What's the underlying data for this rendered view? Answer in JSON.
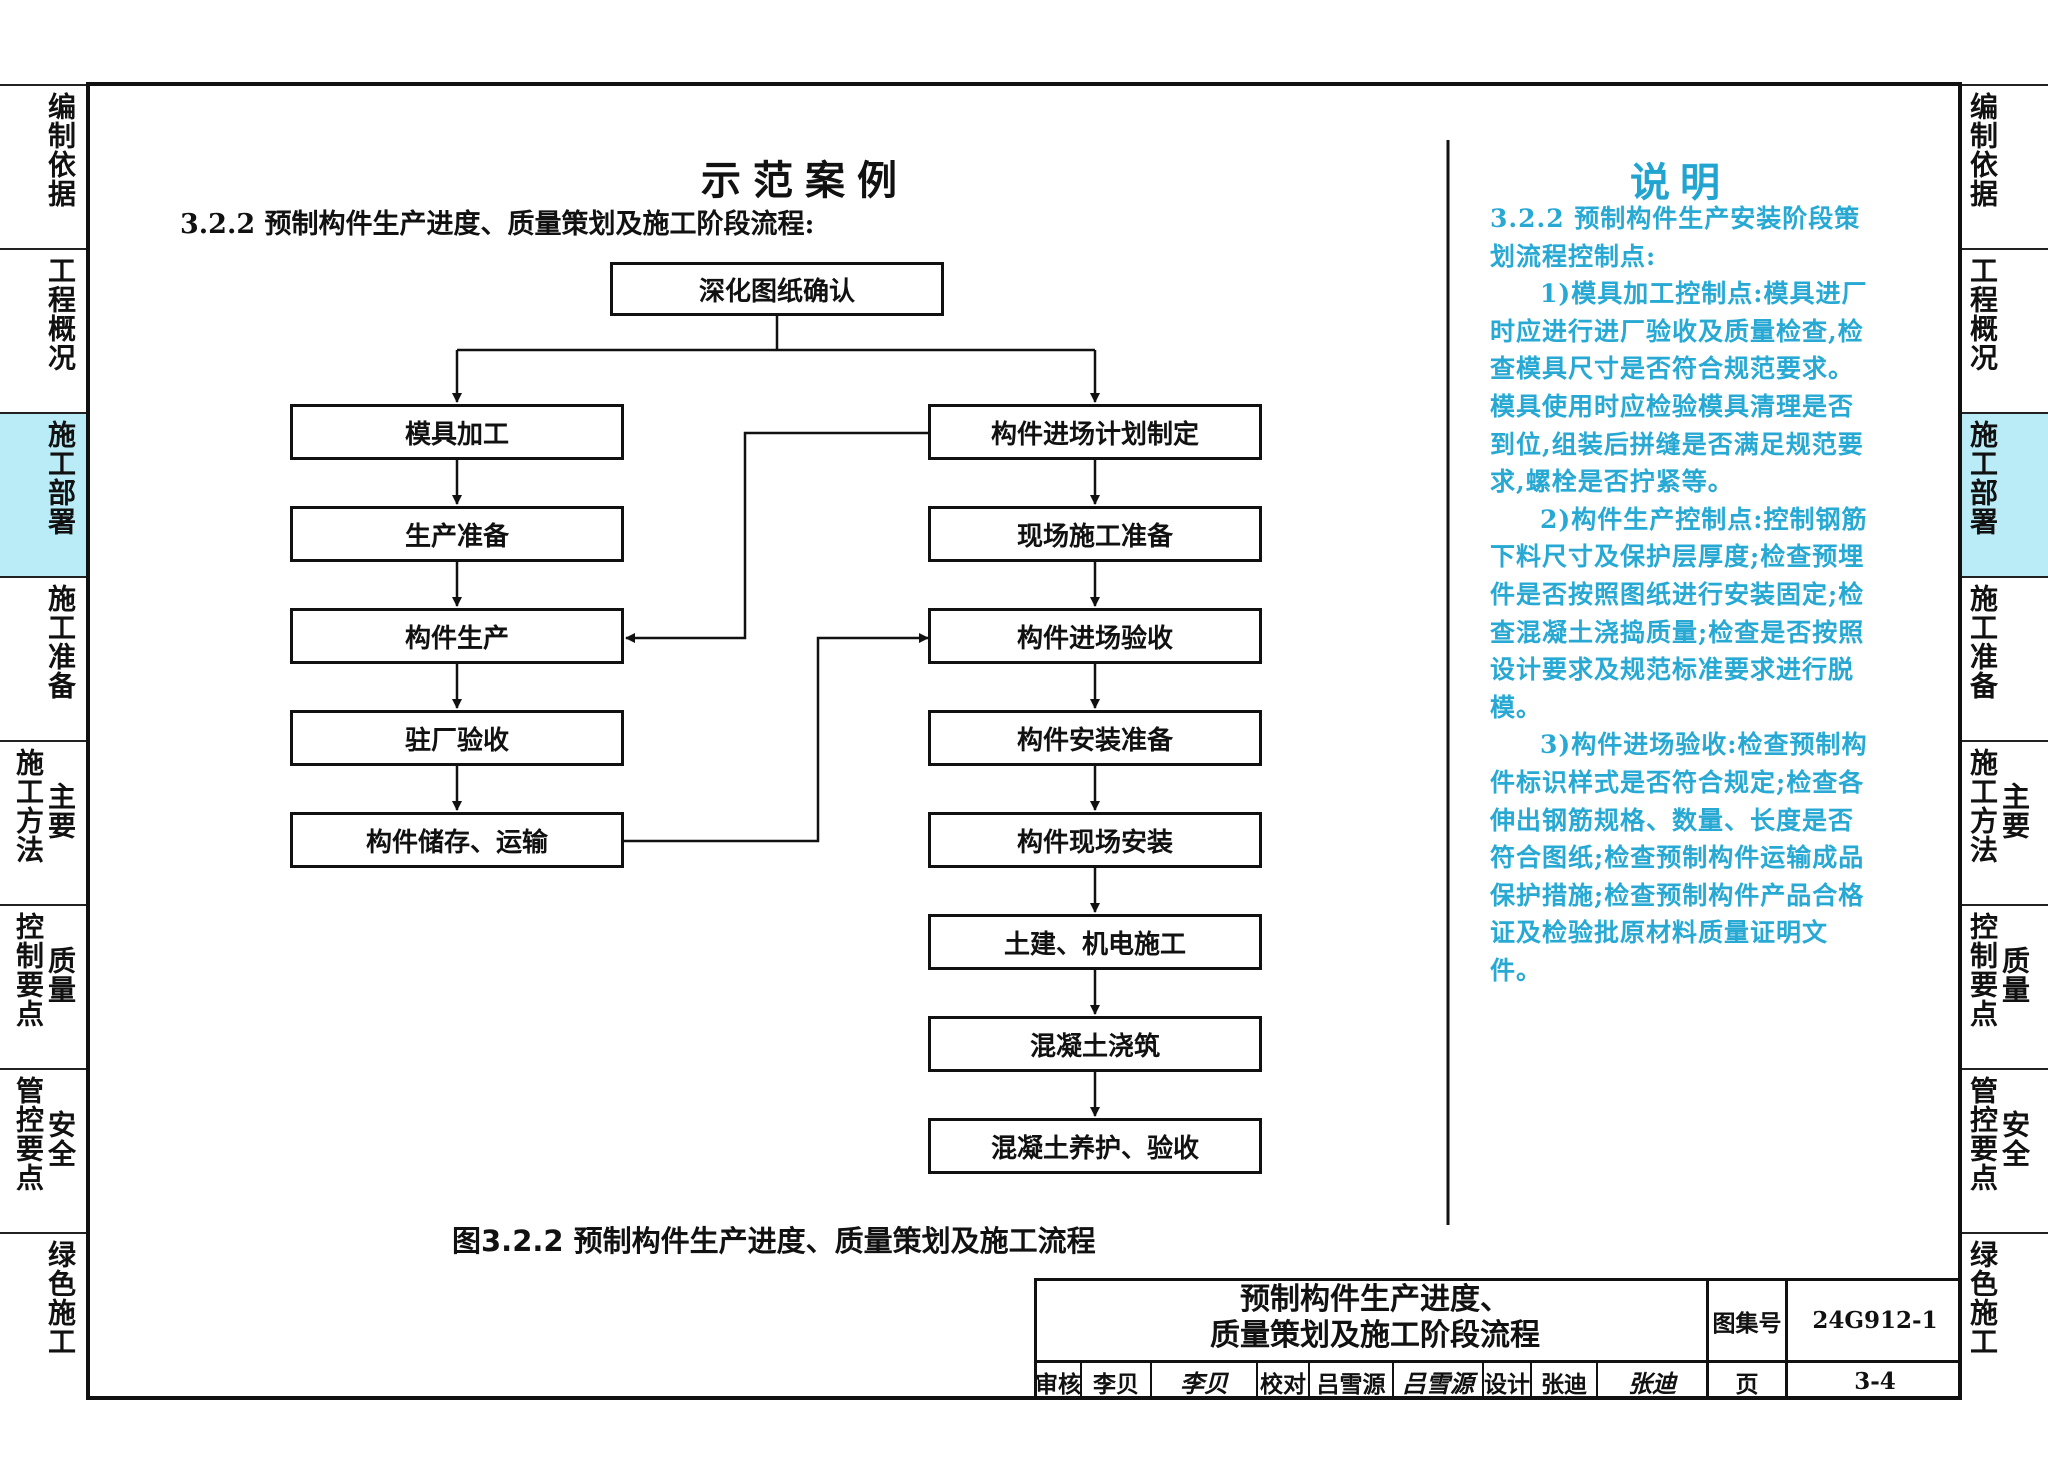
{
  "sidebar": {
    "tabs": [
      {
        "label": "编制依据",
        "multi": false
      },
      {
        "label": "工程概况",
        "multi": false
      },
      {
        "label": "施工部署",
        "multi": false,
        "active": true
      },
      {
        "label": "施工准备",
        "multi": false
      },
      {
        "col1": "施工方法",
        "col2": "主要",
        "multi": true
      },
      {
        "col1": "控制要点",
        "col2": "质量",
        "multi": true
      },
      {
        "col1": "管控要点",
        "col2": "安全",
        "multi": true
      },
      {
        "label": "绿色施工",
        "multi": false
      }
    ]
  },
  "main": {
    "title": "示范案例",
    "section_heading": "3.2.2 预制构件生产进度、质量策划及施工阶段流程:",
    "flowchart": {
      "top": "深化图纸确认",
      "left": [
        "模具加工",
        "生产准备",
        "构件生产",
        "驻厂验收",
        "构件储存、运输"
      ],
      "right": [
        "构件进场计划制定",
        "现场施工准备",
        "构件进场验收",
        "构件安装准备",
        "构件现场安装",
        "土建、机电施工",
        "混凝土浇筑",
        "混凝土养护、验收"
      ]
    },
    "caption": "图3.2.2 预制构件生产进度、质量策划及施工流程"
  },
  "notes": {
    "title": "说明",
    "heading": "3.2.2 预制构件生产安装阶段策划流程控制点:",
    "items": [
      "1)模具加工控制点:模具进厂时应进行进厂验收及质量检查,检查模具尺寸是否符合规范要求。模具使用时应检验模具清理是否到位,组装后拼缝是否满足规范要求,螺栓是否拧紧等。",
      "2)构件生产控制点:控制钢筋下料尺寸及保护层厚度;检查预埋件是否按照图纸进行安装固定;检查混凝土浇捣质量;检查是否按照设计要求及规范标准要求进行脱模。",
      "3)构件进场验收:检查预制构件标识样式是否符合规定;检查各伸出钢筋规格、数量、长度是否符合图纸;检查预制构件运输成品保护措施;检查预制构件产品合格证及检验批原材料质量证明文件。"
    ],
    "color": "#27a9d4"
  },
  "title_block": {
    "title_line1": "预制构件生产进度、",
    "title_line2": "质量策划及施工阶段流程",
    "atlas_label": "图集号",
    "atlas_value": "24G912-1",
    "review_label": "审核",
    "reviewer": "李贝",
    "reviewer_sig": "李贝",
    "check_label": "校对",
    "checker": "吕雪源",
    "checker_sig": "吕雪源",
    "design_label": "设计",
    "designer": "张迪",
    "designer_sig": "张迪",
    "page_label": "页",
    "page_value": "3-4"
  }
}
